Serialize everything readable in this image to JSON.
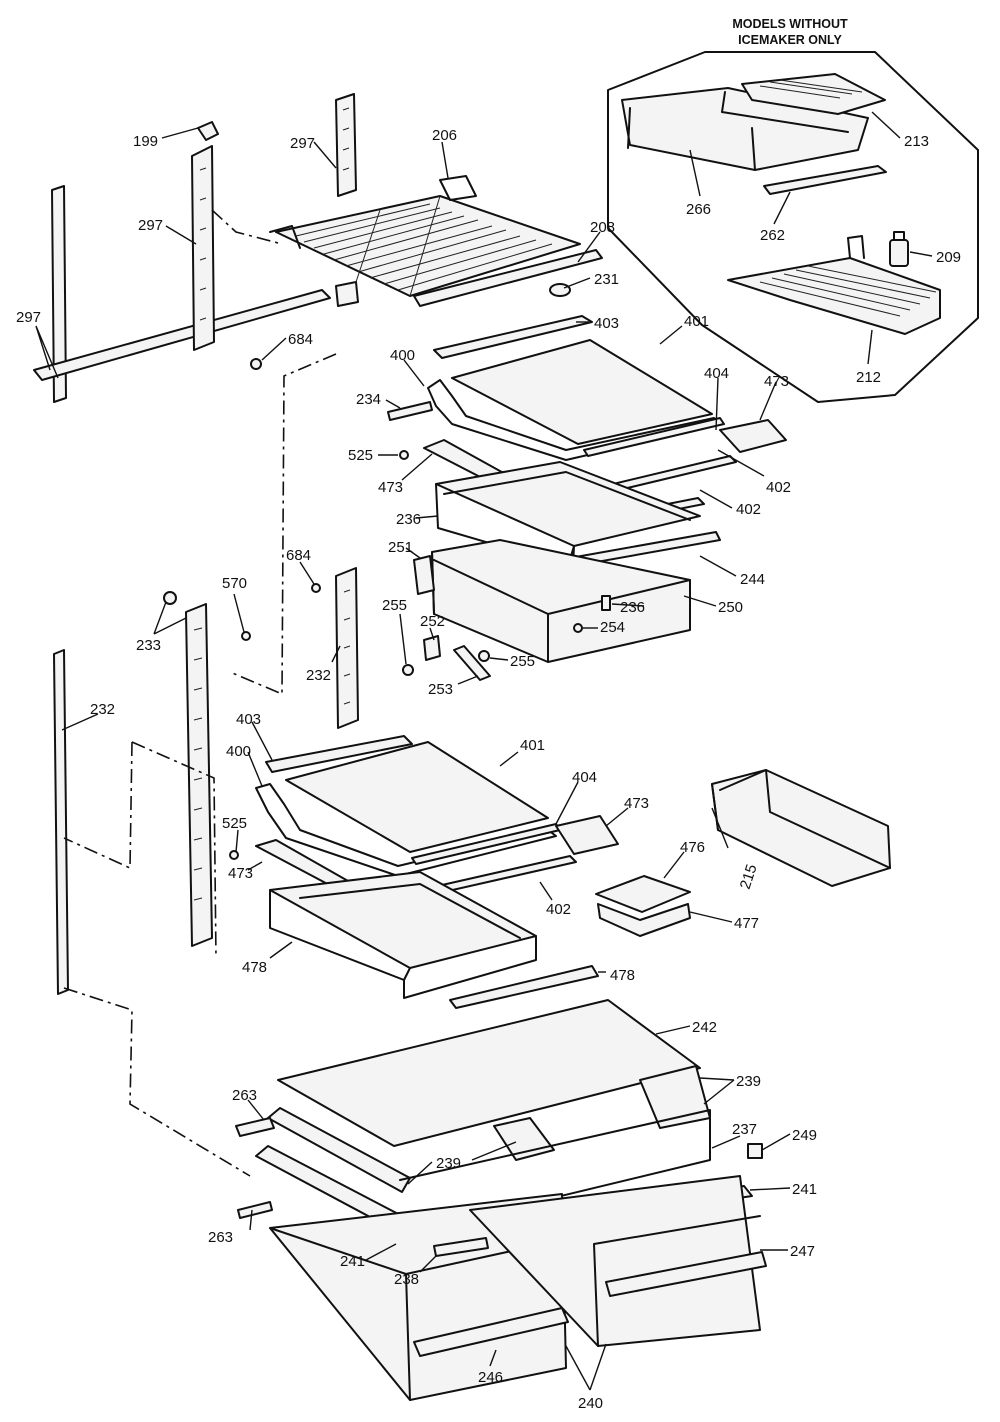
{
  "inset": {
    "header_line1": "MODELS WITHOUT",
    "header_line2": "ICEMAKER ONLY"
  },
  "labels": {
    "l199": "199",
    "l297a": "297",
    "l297b": "297",
    "l297c": "297",
    "l206": "206",
    "l208": "208",
    "l231": "231",
    "l403a": "403",
    "l401a": "401",
    "l684a": "684",
    "l400a": "400",
    "l234": "234",
    "l404a": "404",
    "l473a": "473",
    "l525a": "525",
    "l473b": "473",
    "l402a": "402",
    "l402b": "402",
    "l236a": "236",
    "l251": "251",
    "l244": "244",
    "l684b": "684",
    "l236b": "236",
    "l250": "250",
    "l570": "570",
    "l255a": "255",
    "l252": "252",
    "l254": "254",
    "l233": "233",
    "l255b": "255",
    "l232a": "232",
    "l253": "253",
    "l232b": "232",
    "l403b": "403",
    "l401b": "401",
    "l400b": "400",
    "l404b": "404",
    "l473c": "473",
    "l525b": "525",
    "l476": "476",
    "l215": "215",
    "l473d": "473",
    "l402c": "402",
    "l477": "477",
    "l478a": "478",
    "l478b": "478",
    "l242": "242",
    "l263a": "263",
    "l239a": "239",
    "l237": "237",
    "l249": "249",
    "l239b": "239",
    "l241a": "241",
    "l263b": "263",
    "l241b": "241",
    "l247": "247",
    "l238": "238",
    "l246": "246",
    "l240": "240",
    "l213": "213",
    "l266": "266",
    "l262": "262",
    "l209": "209",
    "l212": "212"
  }
}
